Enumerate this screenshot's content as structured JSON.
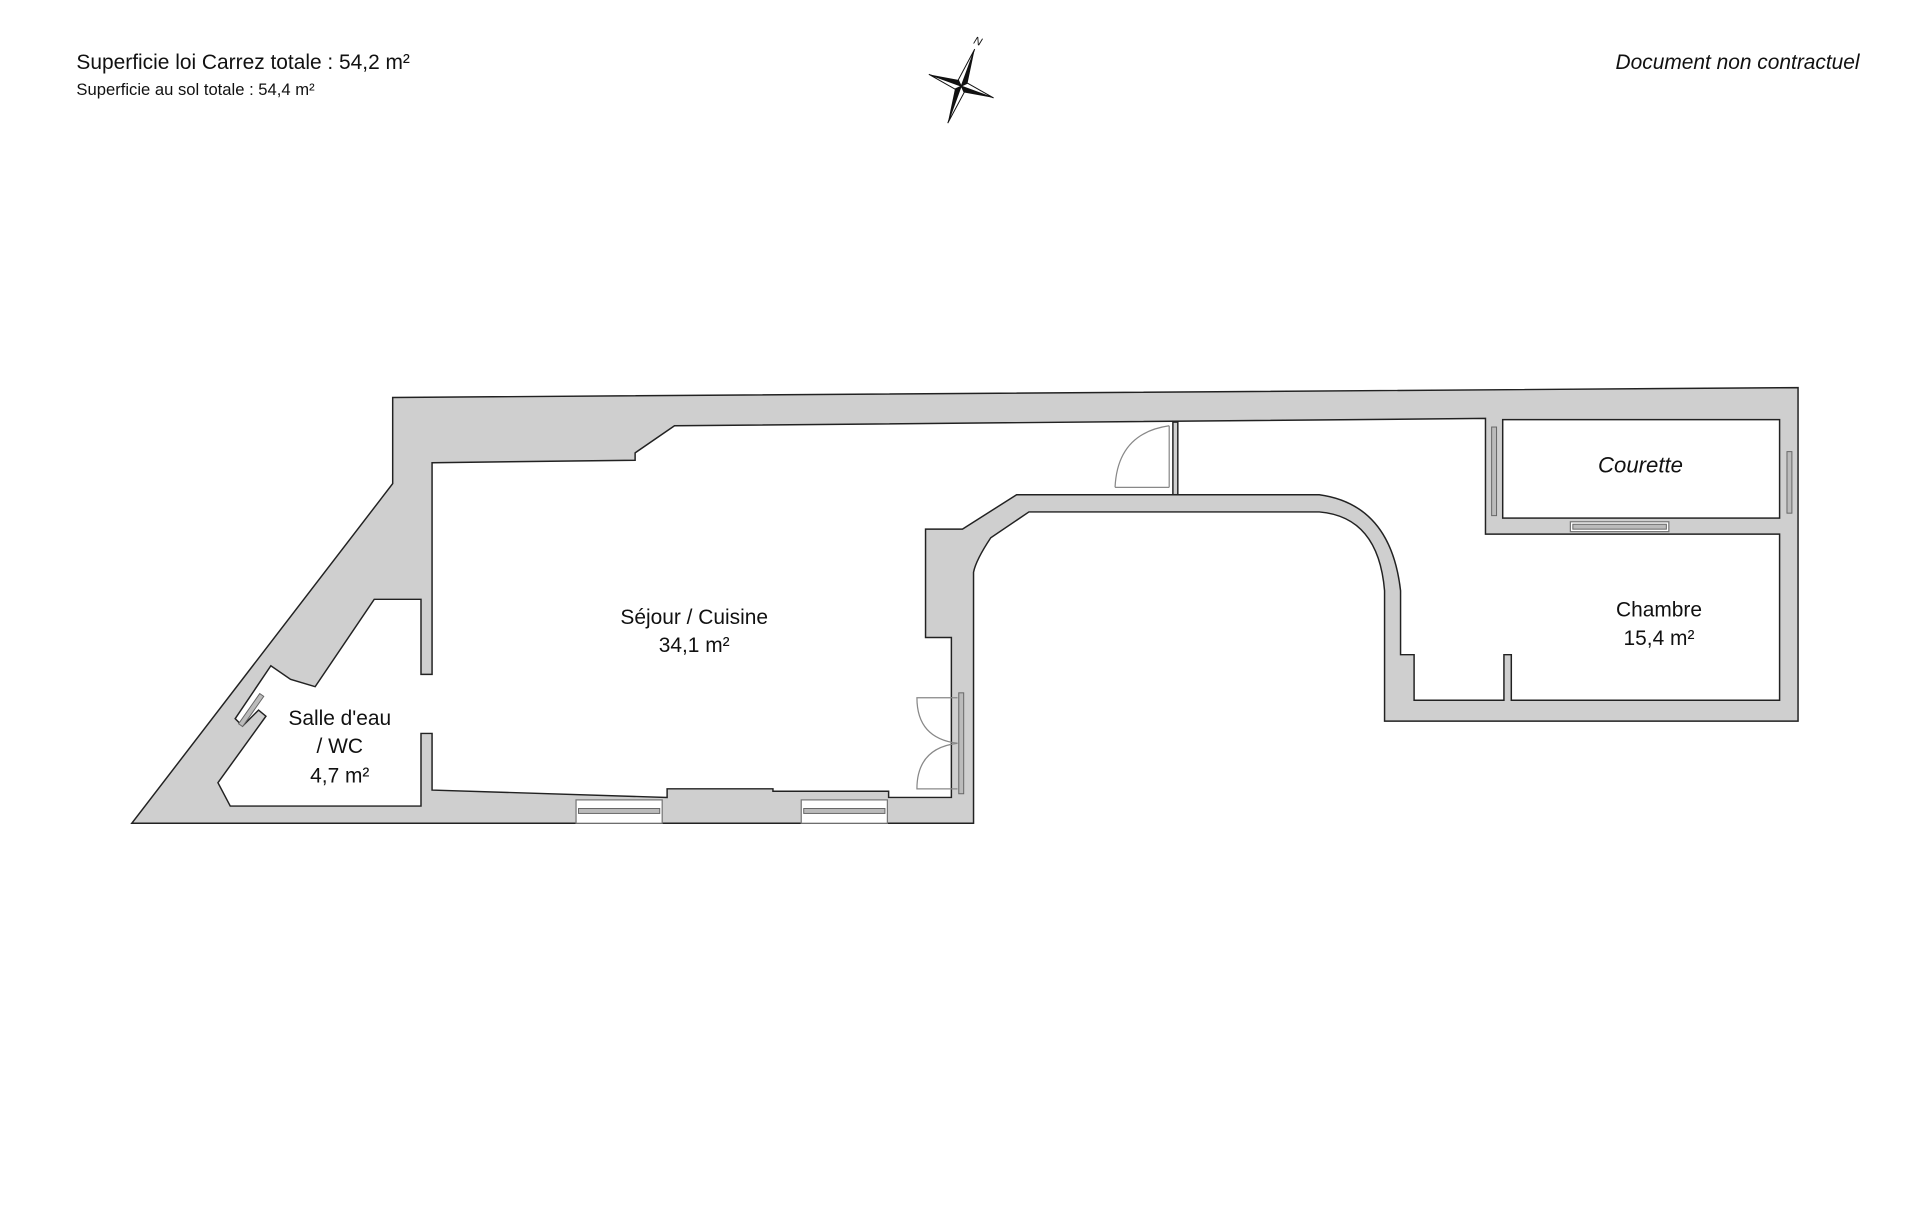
{
  "header": {
    "carrez_total": "Superficie loi Carrez totale : 54,2 m²",
    "sol_total": "Superficie au sol totale : 54,4 m²",
    "disclaimer": "Document non contractuel",
    "compass_label": "N"
  },
  "rooms": [
    {
      "name": "Séjour / Cuisine",
      "area": "34,1 m²"
    },
    {
      "name_line1": "Salle d'eau",
      "name_line2": "/ WC",
      "area": "4,7 m²"
    },
    {
      "name": "Chambre",
      "area": "15,4 m²"
    },
    {
      "name": "Courette"
    }
  ],
  "colors": {
    "wall": "#cfcfcf",
    "outline": "#222222"
  }
}
